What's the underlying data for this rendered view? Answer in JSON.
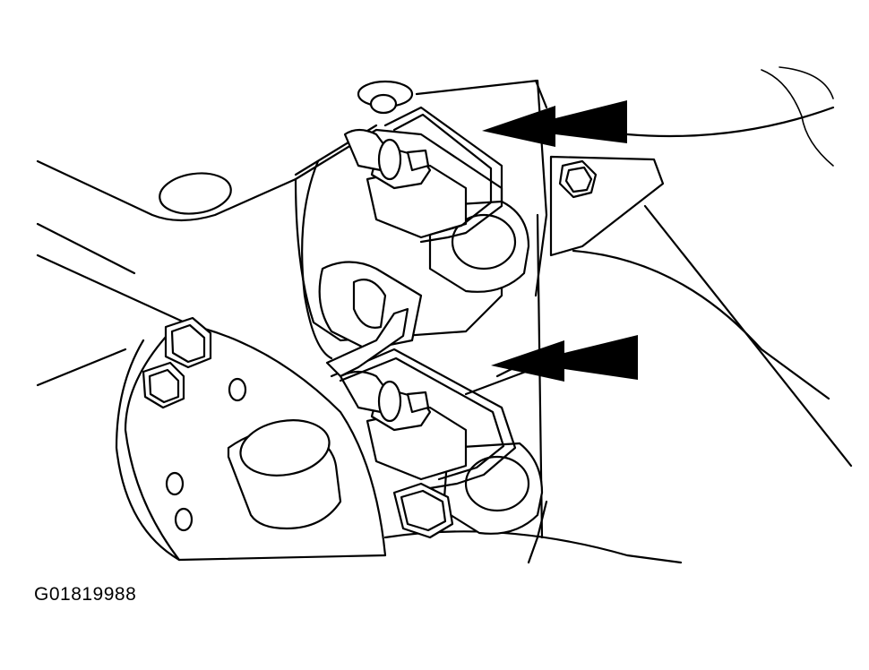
{
  "figure": {
    "id": "G01819988"
  },
  "colors": {
    "line": "#000000",
    "background": "#ffffff"
  },
  "callouts": [
    {
      "name": "arrow-upper",
      "icon": "arrow-left-icon"
    },
    {
      "name": "arrow-lower",
      "icon": "arrow-left-icon"
    }
  ]
}
